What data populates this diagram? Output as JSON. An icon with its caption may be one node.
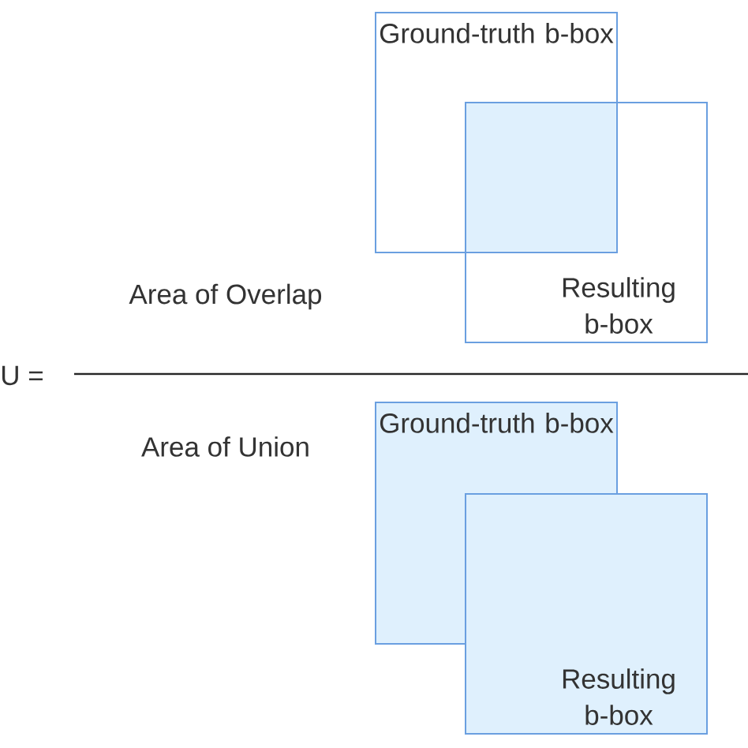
{
  "diagram": {
    "nodes": [
      {
        "text": [
          "Ground-truth b-box"
        ]
      },
      {
        "text": [
          "Resulting b-box"
        ]
      },
      {
        "text": [
          "Ground-truth b-box"
        ]
      },
      {
        "text": [
          "Resulting b-box"
        ]
      }
    ],
    "labels": [
      "Area of Overlap",
      "U =",
      "Area of Union"
    ]
  }
}
